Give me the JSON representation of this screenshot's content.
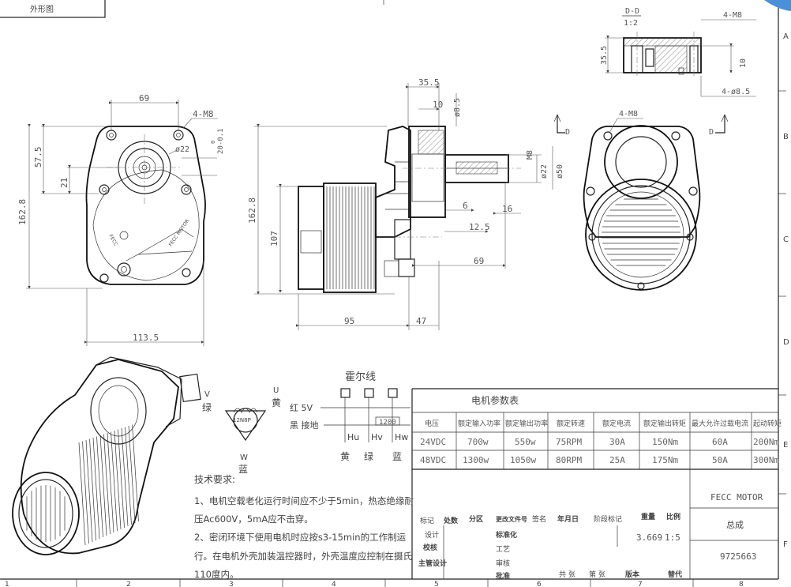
{
  "corner_label": "外形图",
  "border": {
    "right_zones": [
      "A",
      "B",
      "C",
      "D",
      "E",
      "F"
    ],
    "bottom_zones": [
      "1",
      "2",
      "3",
      "4",
      "5",
      "6",
      "7",
      "8"
    ]
  },
  "front_view": {
    "dims": {
      "top_width": "69",
      "bolt": "4-M8",
      "bore": "ø22",
      "shaft_tol": "20-0.1",
      "shaft_tol_top": "0",
      "height_57": "57.5",
      "height_21": "21",
      "total_height": "162.8",
      "bottom_width": "113.5"
    }
  },
  "side_view": {
    "dims": {
      "flange_35": "35.5",
      "flange_10": "10",
      "shaft_dia_85": "ø8.5",
      "thread_m8": "M8",
      "shaft_22": "ø22",
      "flange_50": "ø50",
      "dim_6": "6",
      "dim_16": "16",
      "dim_12": "12.5",
      "dim_69": "69",
      "dim_107": "107",
      "total_height": "162.8",
      "motor_len": "95",
      "gear_len": "47"
    }
  },
  "section": {
    "title": "D-D",
    "scale": "1:2",
    "bolt": "4-M8",
    "height": "35.5",
    "depth": "10",
    "holes": "4-ø8.5",
    "cut_left": "D",
    "cut_right": "D"
  },
  "end_view": {
    "bolt": "4-M8"
  },
  "wiring": {
    "title": "霍尔线",
    "u_label": "U",
    "v_label": "V",
    "w_label": "W",
    "yellow": "黄",
    "green": "绿",
    "blue": "蓝",
    "core_label": "12N8P",
    "red_line": "红 5V",
    "black_line": "黑 接地",
    "hu": "Hu",
    "hv": "Hv",
    "hw": "Hw",
    "resistor": "1200",
    "out_yellow": "黄",
    "out_green": "绿",
    "out_blue": "蓝"
  },
  "params_table": {
    "title": "电机参数表",
    "headers": [
      "电压",
      "额定输入功率",
      "额定输出功率",
      "额定转速",
      "额定电流",
      "额定输出转矩",
      "最大允许过载电流",
      "起动转矩"
    ],
    "rows": [
      [
        "24VDC",
        "700w",
        "550w",
        "75RPM",
        "30A",
        "150Nm",
        "60A",
        "200Nm"
      ],
      [
        "48VDC",
        "1300w",
        "1050w",
        "80RPM",
        "25A",
        "175Nm",
        "50A",
        "300Nm"
      ]
    ]
  },
  "tech_requirements": {
    "title": "技术要求:",
    "lines": [
      "1、电机空载老化运行时间应不少于5min，热态绝缘耐",
      "压Ac600V，5mA应不击穿。",
      "2、密闭环境下使用电机时应按s3-15min的工作制运",
      "行。在电机外壳加装温控器时，外壳温度应控制在摄氏",
      "110度内。"
    ]
  },
  "title_block": {
    "company": "FECC MOTOR",
    "assembly": "总成",
    "drawing_no": "9725663",
    "weight": "3.669",
    "scale": "1:5",
    "h_mark": "标记",
    "h_count": "处数",
    "h_zone": "分区",
    "h_doc": "更改文件号",
    "h_sign": "签名",
    "h_date": "年月日",
    "h_stage": "阶段标记",
    "h_weight": "重量",
    "h_scale": "比例",
    "r_design": "设计",
    "r_standard": "标准化",
    "r_check": "校核",
    "r_process": "工艺",
    "r_chief": "主管设计",
    "r_review": "审核",
    "r_approve": "批准",
    "footer_sheets": "共 张",
    "footer_sheet": "第 张",
    "footer_version": "版本",
    "footer_replace": "替代"
  }
}
